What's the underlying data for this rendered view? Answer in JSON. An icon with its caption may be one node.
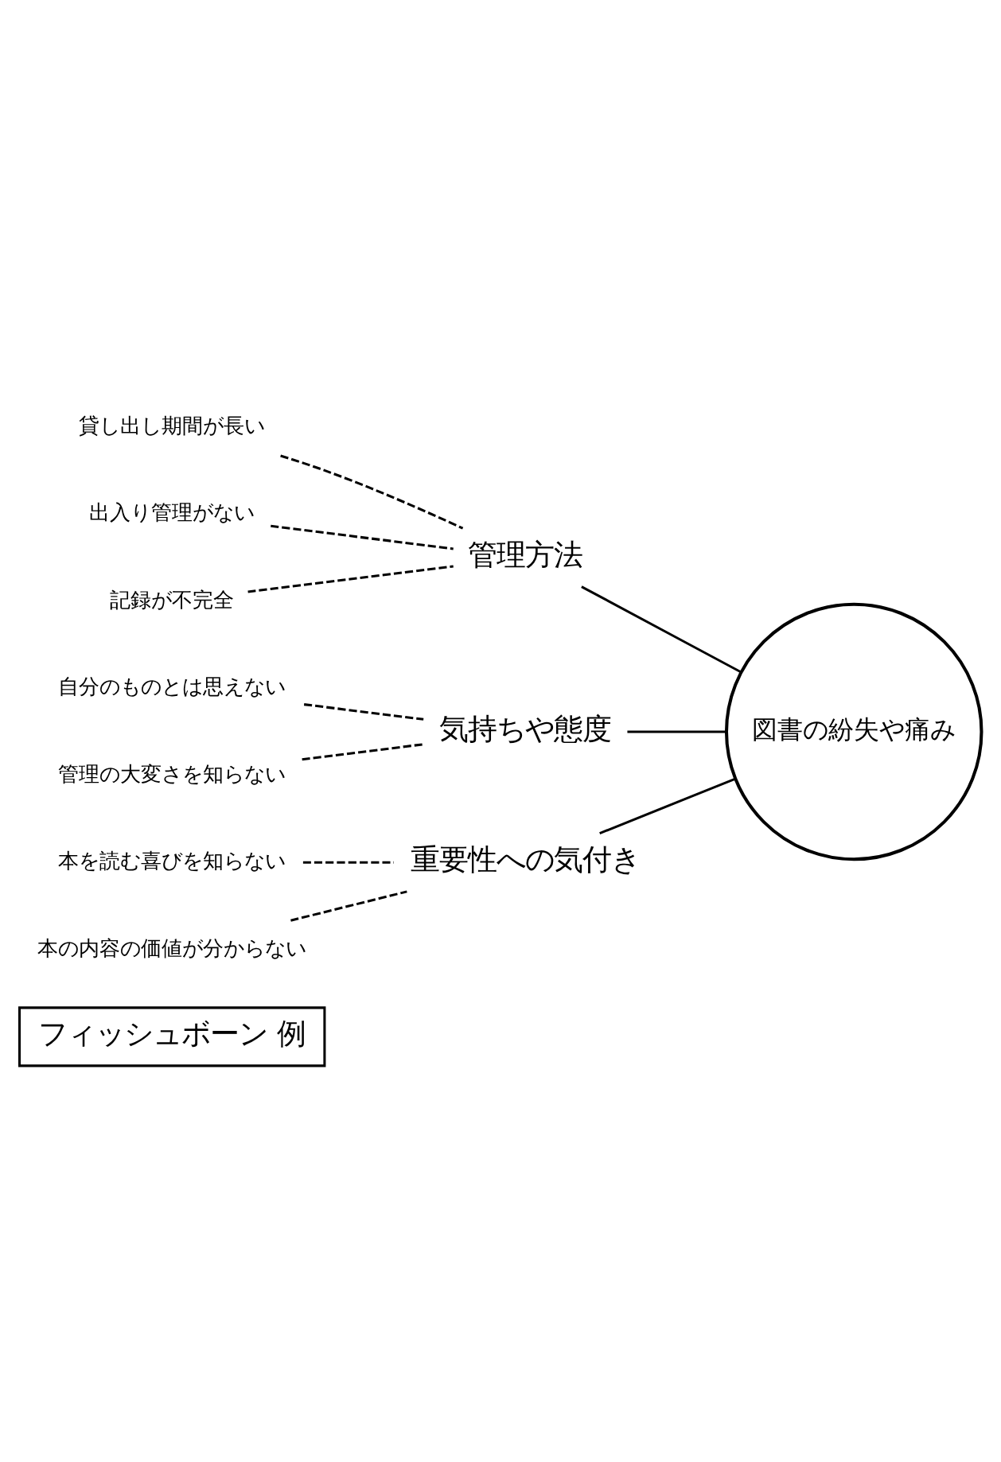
{
  "diagram": {
    "nodes": [
      {
        "text": [
          "フィッシュボーン 例"
        ]
      },
      {
        "text": [
          "図書の紛失や痛み"
        ]
      },
      {
        "text": [
          "管理方法"
        ]
      },
      {
        "text": [
          "貸し出し期間が長い"
        ]
      },
      {
        "text": [
          "出入り管理がない"
        ]
      },
      {
        "text": [
          "記録が不完全"
        ]
      },
      {
        "text": [
          "気持ちや態度"
        ]
      },
      {
        "text": [
          "自分のものとは思えない"
        ]
      },
      {
        "text": [
          "管理の大変さを知らない"
        ]
      },
      {
        "text": [
          "重要性への気付き"
        ]
      },
      {
        "text": [
          "本を読む喜びを知らない"
        ]
      },
      {
        "text": [
          "本の内容の価値が分からない"
        ]
      }
    ],
    "edges": [
      {
        "from": 2,
        "to": 1,
        "arrow": "none"
      },
      {
        "from": 3,
        "to": 2,
        "arrow": "none",
        "style": "dashed"
      },
      {
        "from": 4,
        "to": 2,
        "arrow": "none",
        "style": "dashed"
      },
      {
        "from": 5,
        "to": 2,
        "arrow": "none",
        "style": "dashed"
      },
      {
        "from": 6,
        "to": 1,
        "arrow": "none"
      },
      {
        "from": 7,
        "to": 6,
        "arrow": "none",
        "style": "dashed"
      },
      {
        "from": 8,
        "to": 6,
        "arrow": "none",
        "style": "dashed"
      },
      {
        "from": 9,
        "to": 1,
        "arrow": "none"
      },
      {
        "from": 10,
        "to": 9,
        "arrow": "none",
        "style": "dashed"
      },
      {
        "from": 11,
        "to": 9,
        "arrow": "none",
        "style": "dashed"
      }
    ]
  }
}
